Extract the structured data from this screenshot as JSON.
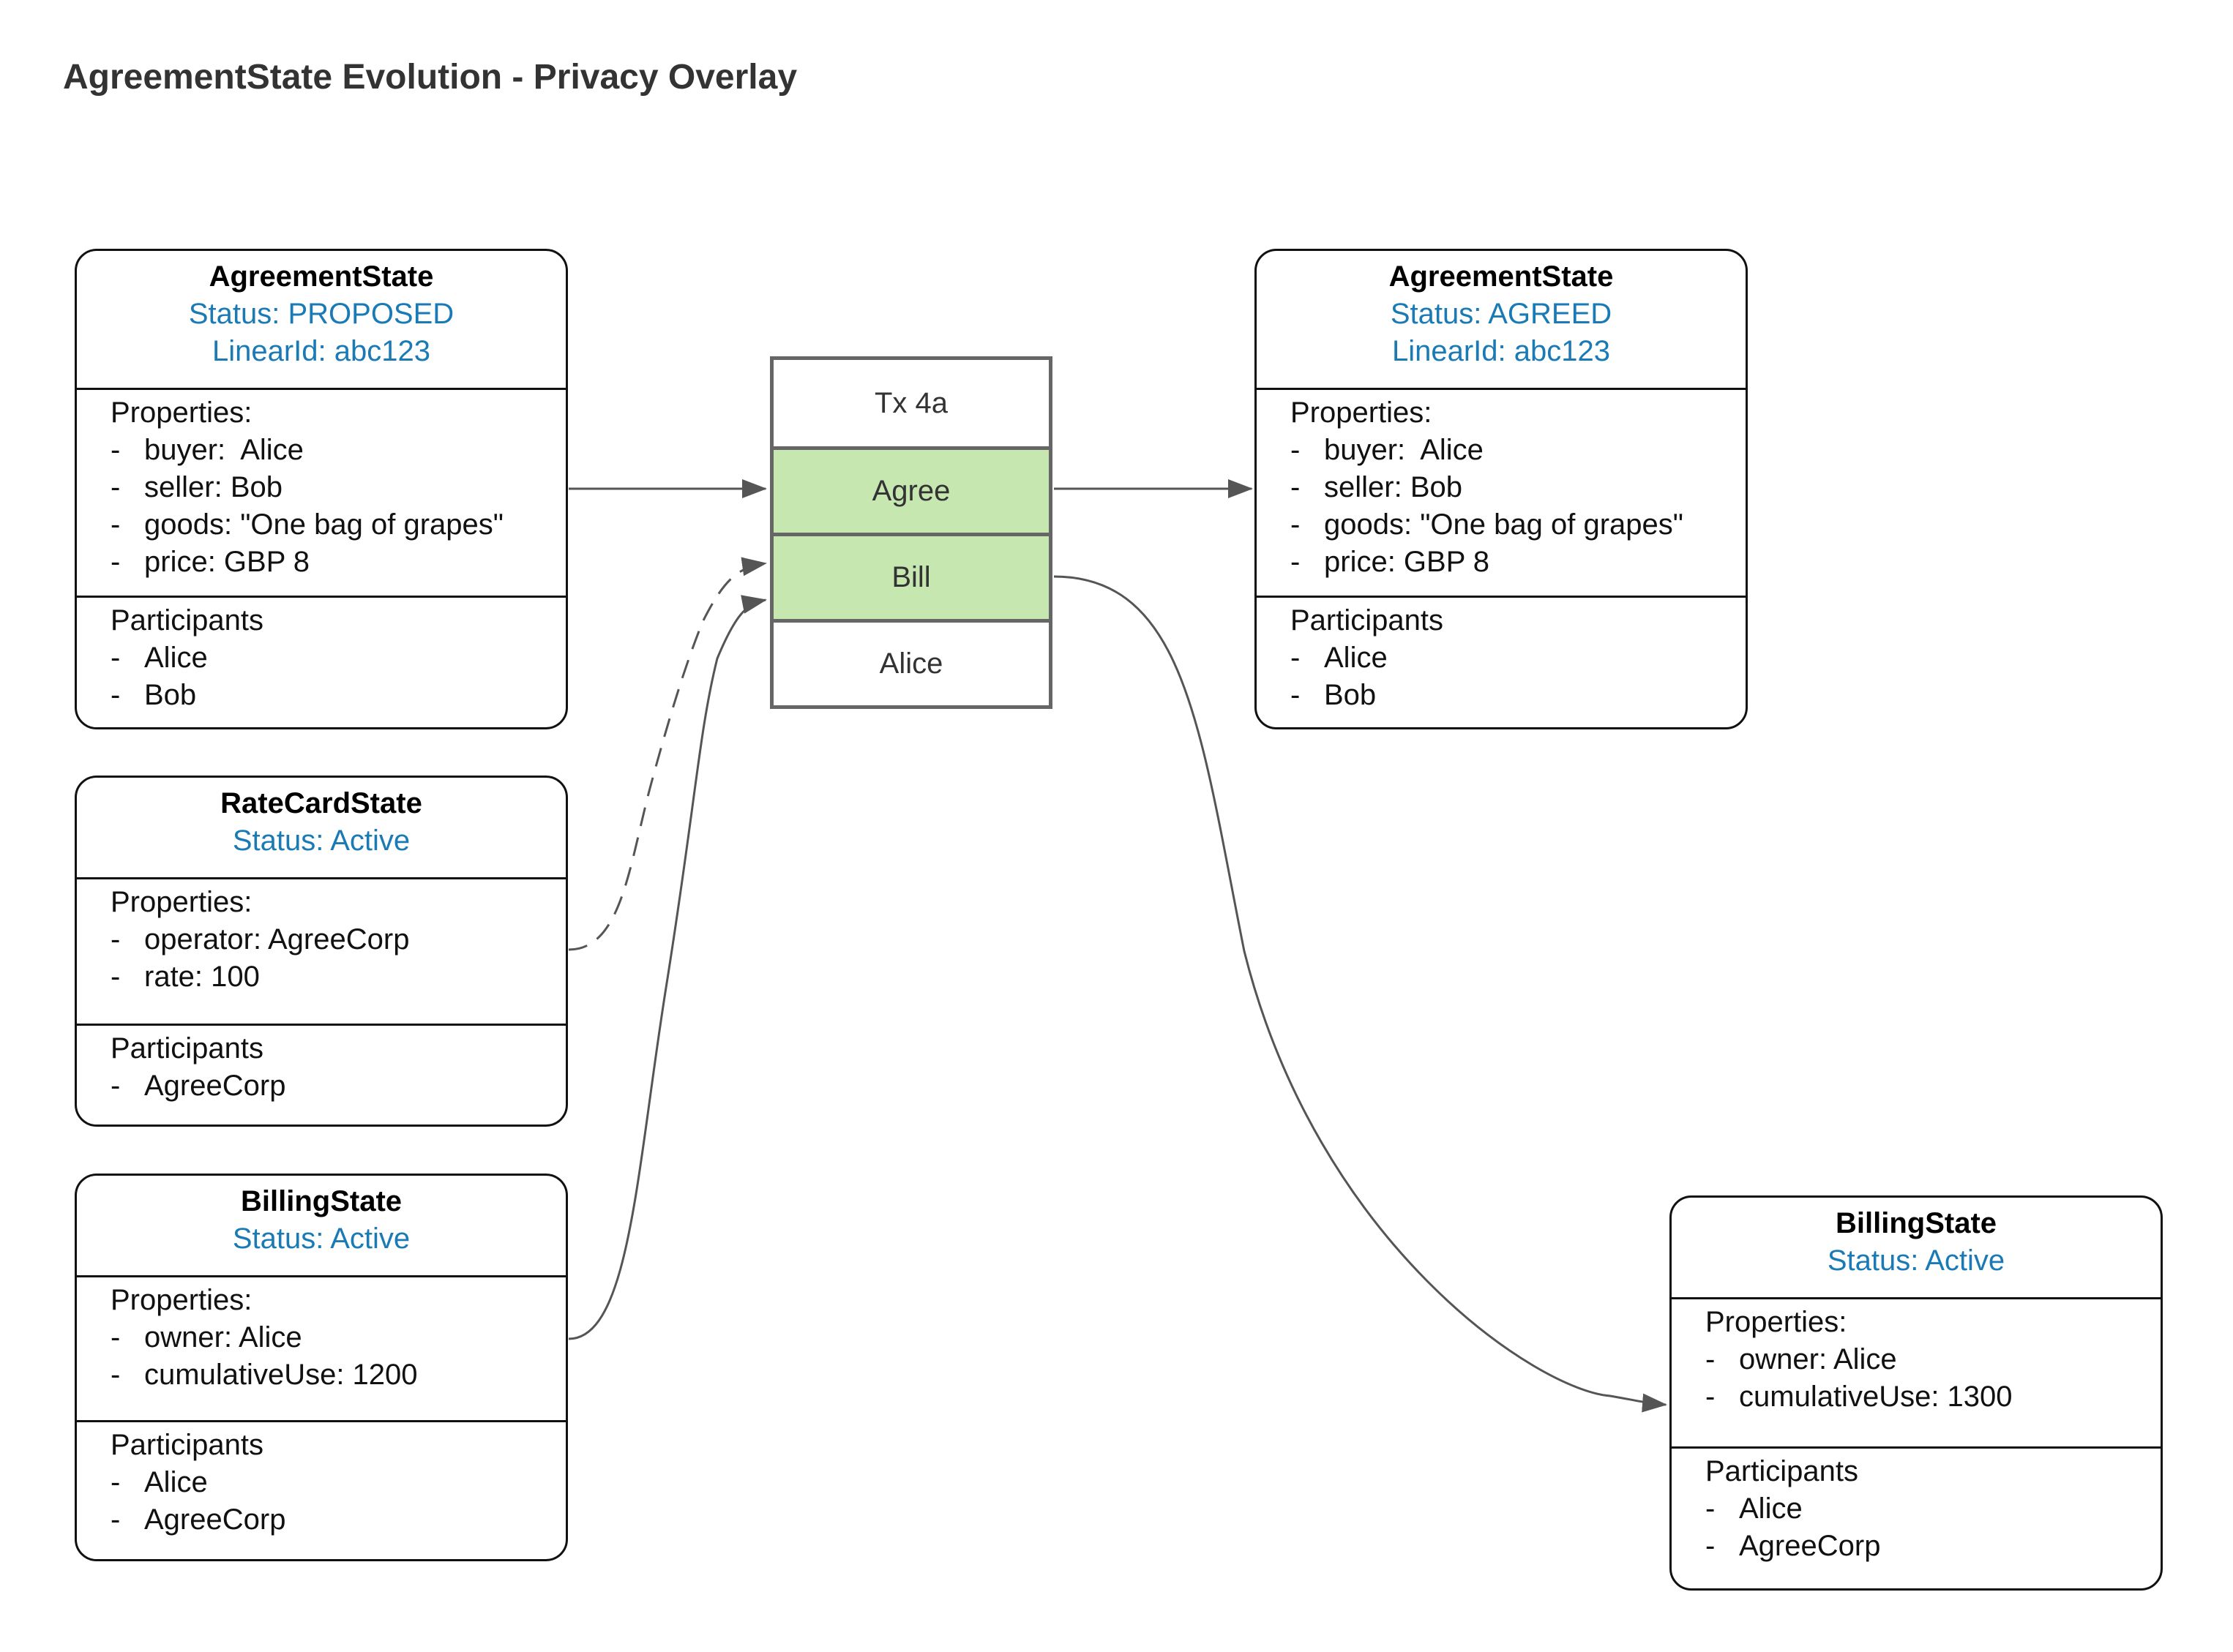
{
  "title": "AgreementState Evolution - Privacy Overlay",
  "colors": {
    "status_text": "#1a7ab5",
    "tx_highlight": "#c7e7b1",
    "connector": "#555555"
  },
  "input_agreement": {
    "name": "AgreementState",
    "status": "Status: PROPOSED",
    "linear_id": "LinearId: abc123",
    "properties_label": "Properties:",
    "properties": [
      "buyer:  Alice",
      "seller: Bob",
      "goods: \"One bag of grapes\"",
      "price: GBP 8"
    ],
    "participants_label": "Participants",
    "participants": [
      "Alice",
      "Bob"
    ]
  },
  "ratecard": {
    "name": "RateCardState",
    "status": "Status: Active",
    "properties_label": "Properties:",
    "properties": [
      "operator: AgreeCorp",
      "rate: 100"
    ],
    "participants_label": "Participants",
    "participants": [
      "AgreeCorp"
    ]
  },
  "input_billing": {
    "name": "BillingState",
    "status": "Status: Active",
    "properties_label": "Properties:",
    "properties": [
      "owner: Alice",
      "cumulativeUse: 1200"
    ],
    "participants_label": "Participants",
    "participants": [
      "Alice",
      "AgreeCorp"
    ]
  },
  "output_agreement": {
    "name": "AgreementState",
    "status": "Status: AGREED",
    "linear_id": "LinearId: abc123",
    "properties_label": "Properties:",
    "properties": [
      "buyer:  Alice",
      "seller: Bob",
      "goods: \"One bag of grapes\"",
      "price: GBP 8"
    ],
    "participants_label": "Participants",
    "participants": [
      "Alice",
      "Bob"
    ]
  },
  "output_billing": {
    "name": "BillingState",
    "status": "Status: Active",
    "properties_label": "Properties:",
    "properties": [
      "owner: Alice",
      "cumulativeUse: 1300"
    ],
    "participants_label": "Participants",
    "participants": [
      "Alice",
      "AgreeCorp"
    ]
  },
  "transaction": {
    "id": "Tx 4a",
    "commands": [
      "Agree",
      "Bill"
    ],
    "signer": "Alice"
  },
  "list_bullet": "-"
}
